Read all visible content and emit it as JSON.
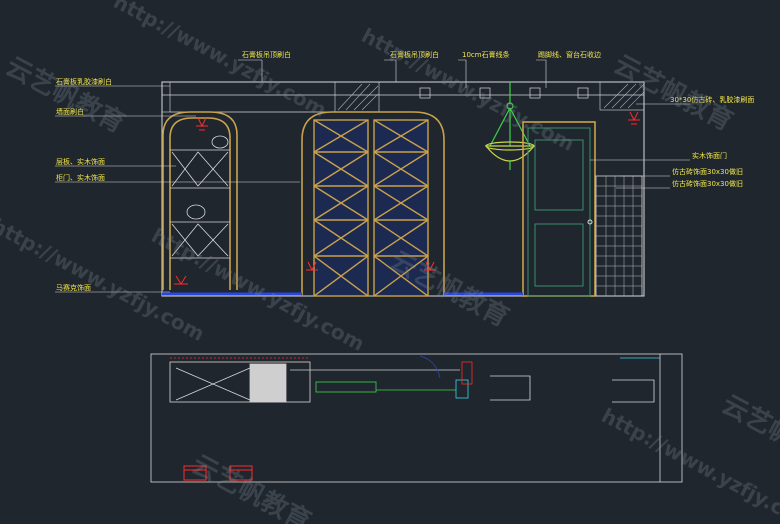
{
  "top_labels": [
    "石膏板吊顶刷白",
    "石膏板吊顶刷白",
    "10cm石膏线条",
    "踢脚线、窗台石收边"
  ],
  "left_labels": [
    "石膏板乳胶漆刷白",
    "墙面刷白",
    "层板、实木饰面",
    "柜门、实木饰面",
    "马赛克饰面"
  ],
  "right_labels": [
    "30*30仿古砖、乳胶漆刷面",
    "实木饰面门",
    "仿古砖饰面30x30做旧",
    "仿古砖饰面30x30做旧"
  ],
  "watermark": {
    "url": "http://www.yzfjy.com",
    "brand": "云艺帆教育"
  },
  "colors": {
    "background": "#1f262e",
    "outline": "#d9d9d9",
    "wood": "#c9a24a",
    "lattice": "#2a46b8",
    "green": "#3fd14a",
    "red": "#ff2a2a",
    "label": "#f2e64a",
    "cyan": "#37d6e6"
  }
}
